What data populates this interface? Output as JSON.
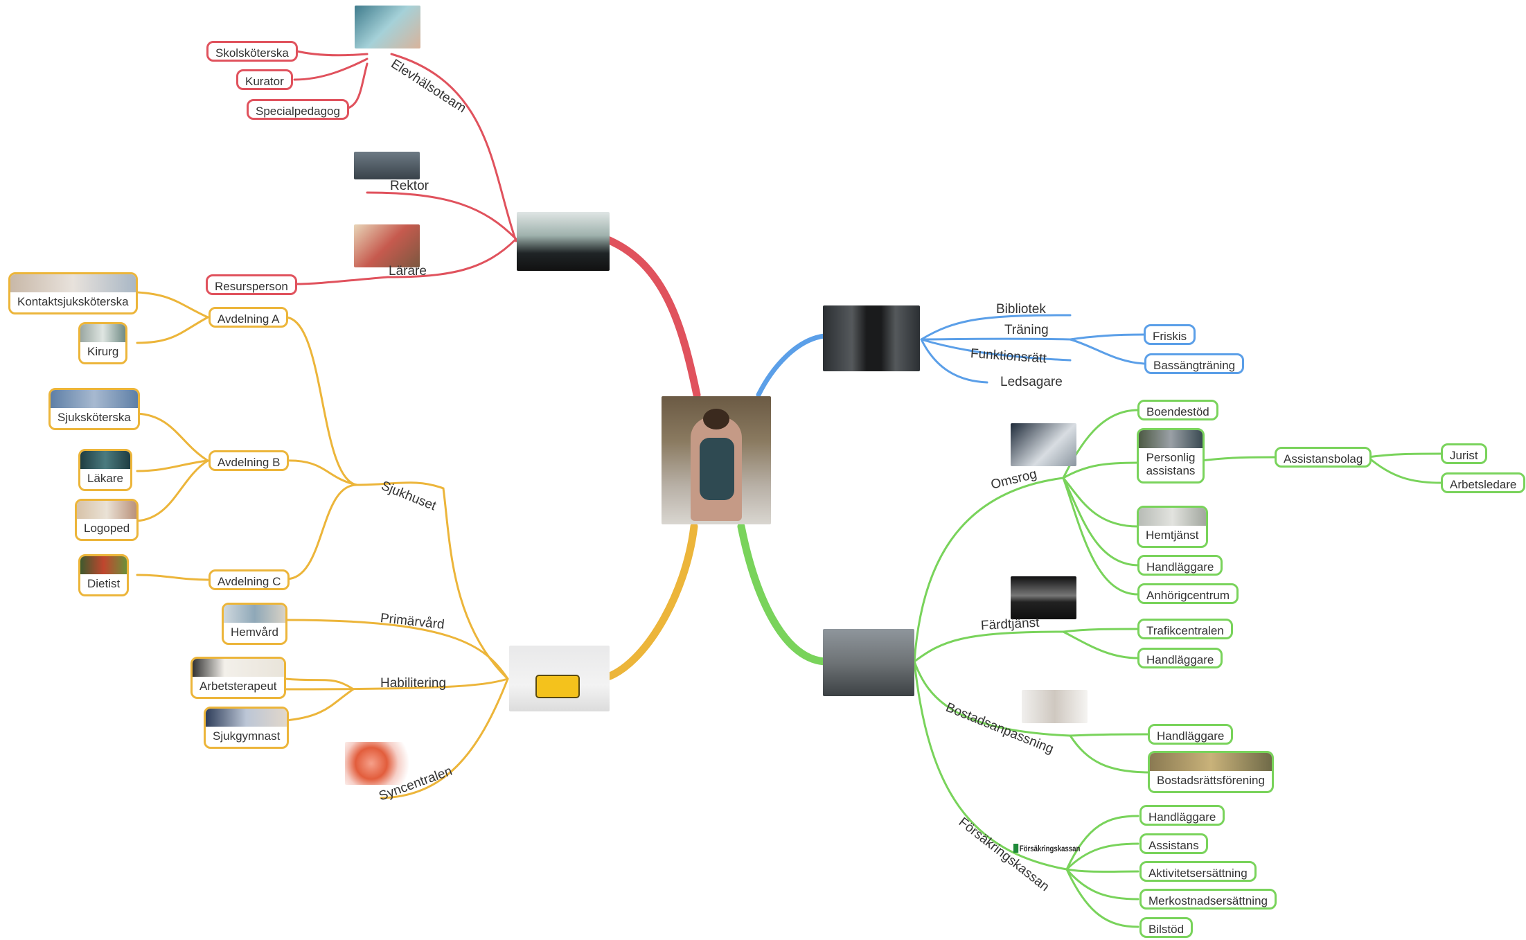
{
  "central_topic": {
    "image": "student-with-backpack-photo"
  },
  "colors": {
    "red": "#e0525d",
    "yellow": "#ecb53a",
    "blue": "#5b9fe8",
    "green": "#79d35b"
  },
  "branches": {
    "school": {
      "elevhalsoteam": {
        "label": "Elevhälsoteam",
        "children": [
          "Skolsköterska",
          "Kurator",
          "Specialpedagog"
        ]
      },
      "rektor": {
        "label": "Rektor"
      },
      "larare": {
        "label": "Lärare",
        "children": [
          "Resursperson"
        ]
      }
    },
    "activities": {
      "bibliotek": {
        "label": "Bibliotek"
      },
      "traning": {
        "label": "Träning",
        "children": [
          "Friskis",
          "Bassängträning"
        ]
      },
      "funktionsratt": {
        "label": "Funktionsrätt"
      },
      "ledsagare": {
        "label": "Ledsagare"
      }
    },
    "healthcare": {
      "sjukhuset": {
        "label": "Sjukhuset",
        "avdelning_a": {
          "label": "Avdelning A",
          "children": [
            "Kontaktsjuksköterska",
            "Kirurg"
          ]
        },
        "avdelning_b": {
          "label": "Avdelning B",
          "children": [
            "Sjuksköterska",
            "Läkare",
            "Logoped"
          ]
        },
        "avdelning_c": {
          "label": "Avdelning C",
          "children": [
            "Dietist"
          ]
        }
      },
      "primarvard": {
        "label": "Primärvård",
        "children": [
          "Hemvård"
        ]
      },
      "habilitering": {
        "label": "Habilitering",
        "children": [
          "Arbetsterapeut",
          "Sjukgymnast"
        ]
      },
      "syncentralen": {
        "label": "Syncentralen"
      }
    },
    "municipality": {
      "omsorg": {
        "label": "Omsrog",
        "children": [
          "Boendestöd",
          "Personlig assistans",
          "Hemtjänst",
          "Handläggare",
          "Anhörigcentrum"
        ],
        "assistansbolag": {
          "label": "Assistansbolag",
          "children": [
            "Jurist",
            "Arbetsledare"
          ]
        }
      },
      "fardtjanst": {
        "label": "Färdtjänst",
        "children": [
          "Trafikcentralen",
          "Handläggare"
        ]
      },
      "bostadsanpassning": {
        "label": "Bostadsanpassning",
        "children": [
          "Handläggare",
          "Bostadsrättsförening"
        ]
      },
      "forsakringskassan": {
        "label": "Försäkringskassan",
        "logo_text": "Försäkringskassan",
        "children": [
          "Handläggare",
          "Assistans",
          "Aktivitetsersättning",
          "Merkostnadsersättning",
          "Bilstöd"
        ]
      }
    }
  }
}
